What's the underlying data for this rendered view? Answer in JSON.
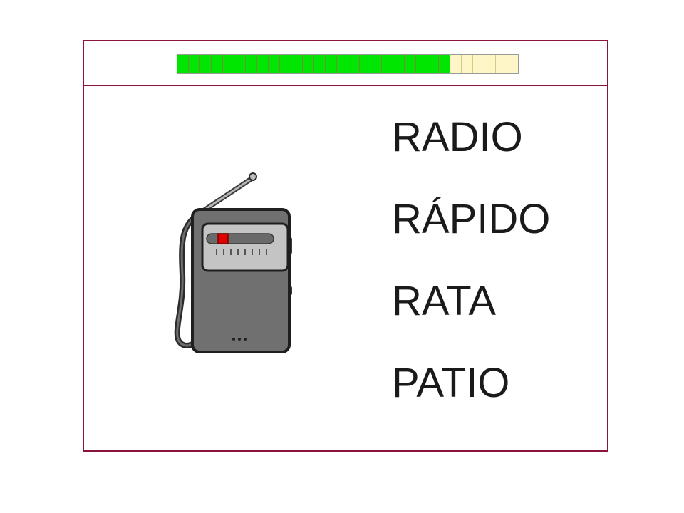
{
  "progress": {
    "completed_segments": 24,
    "total_segments": 30,
    "completed_color": "#00e600",
    "pending_color": "#fff6c8"
  },
  "picture": {
    "icon": "radio-icon",
    "marker_color": "#e00000"
  },
  "answers": [
    {
      "label": "RADIO"
    },
    {
      "label": "RÁPIDO"
    },
    {
      "label": "RATA"
    },
    {
      "label": "PATIO"
    }
  ]
}
